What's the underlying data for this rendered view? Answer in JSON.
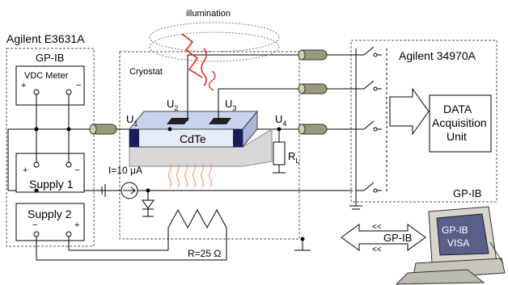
{
  "labels": {
    "illumination": "illumination",
    "agilent_left": "Agilent E3631A",
    "gpib_left": "GP-IB",
    "vdc_meter": "VDC Meter",
    "plus": "+",
    "minus": "−",
    "supply1": "Supply 1",
    "supply2": "Supply 2",
    "cryostat": "Cryostat",
    "cdte": "CdTe",
    "u": "U",
    "u1_sub": "1",
    "u2_sub": "2",
    "u3_sub": "3",
    "u4_sub": "4",
    "r": "R",
    "rl_sub": "L",
    "current": "I=10 μA",
    "resistor": "R=25 Ω",
    "agilent_right": "Agilent 34970A",
    "daq": [
      "DATA",
      "Acquisition",
      "Unit"
    ],
    "gpib_right": "GP-IB",
    "gpib_arrow": "GP-IB",
    "gpib_pc": "GP-IB",
    "visa": "VISA",
    "cable_mark": "<<"
  },
  "colors": {
    "wire": "#000000",
    "box_dash": "#555555",
    "cable_fill": "#9a9a7a",
    "sample_top": "#c9d3ee",
    "sample_side": "#2a2a7a",
    "substrate": "#d5d5d5",
    "light_red": "#e02010",
    "heat_orange": "#f0a070"
  }
}
